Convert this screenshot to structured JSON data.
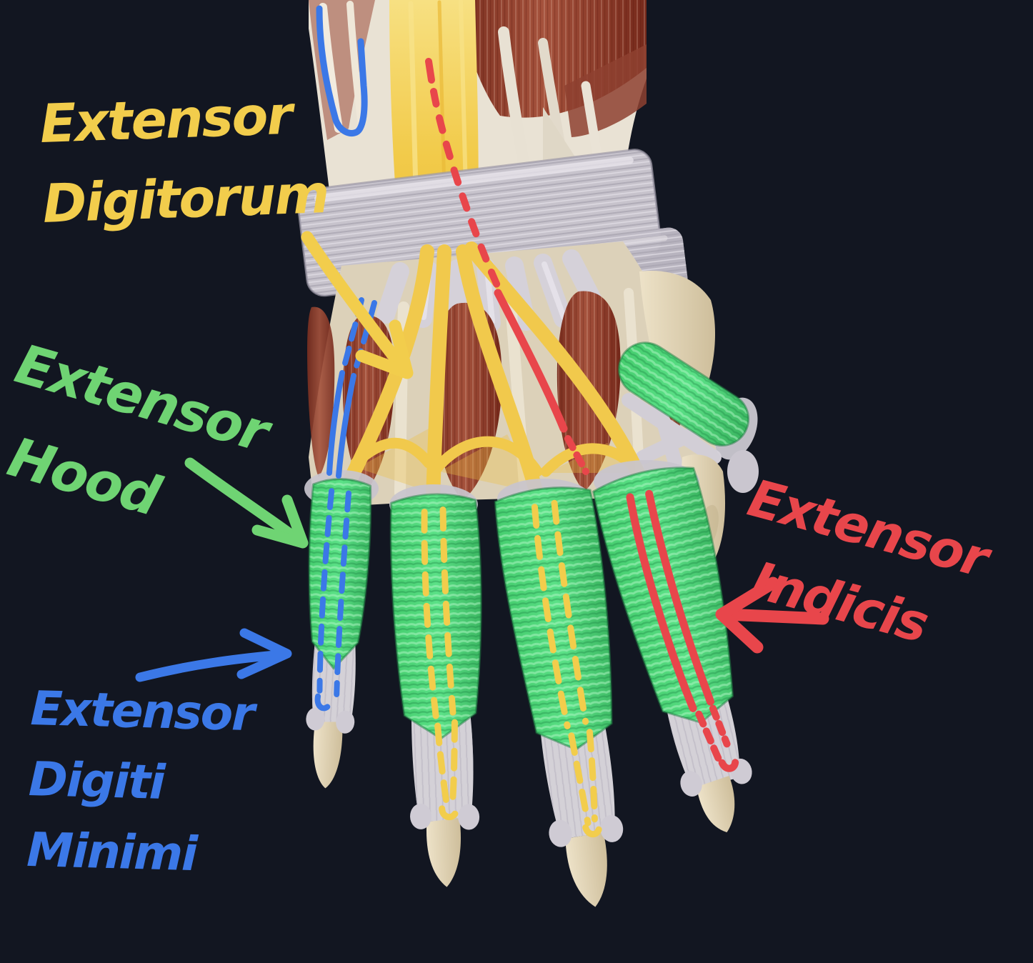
{
  "background_color": "#121621",
  "labels": {
    "extensor_digitorum": {
      "lines": [
        "Extensor",
        "Digitorum"
      ],
      "color": "#F2CD4C",
      "arrow_direction": "down-right"
    },
    "extensor_hood": {
      "lines": [
        "Extensor",
        "Hood"
      ],
      "color": "#6FD473",
      "arrow_direction": "down-right"
    },
    "extensor_digiti_minimi": {
      "lines": [
        "Extensor",
        "Digiti",
        "Minimi"
      ],
      "color": "#3B78E7",
      "arrow_direction": "right"
    },
    "extensor_indicis": {
      "lines": [
        "Extensor",
        "Indicis"
      ],
      "color": "#E8464B",
      "arrow_direction": "left"
    }
  },
  "illustration": {
    "highlight_colors": {
      "extensor_hood_green": "#4ED879",
      "extensor_digitorum_tendon_yellow": "#F1C94C",
      "extensor_digiti_minimi_blue": "#3B78E7",
      "extensor_indicis_red": "#E8464B",
      "muscle_maroon": "#8E3E2C",
      "bone_beige": "#E0D4B6",
      "ligament_gray": "#CCC8D1"
    }
  }
}
